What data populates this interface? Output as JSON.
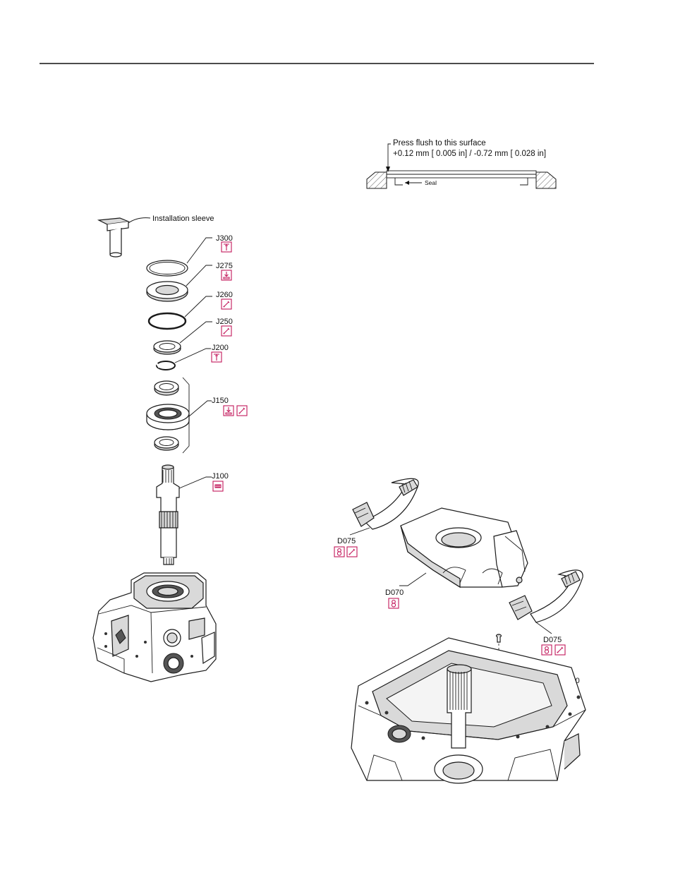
{
  "section_detail": {
    "note_line1": "Press flush to this surface",
    "note_line2": "+0.12 mm [ 0.005 in] / -0.72 mm [ 0.028 in]",
    "seal_label": "Seal"
  },
  "shaft_exploded_view": {
    "sleeve_label": "Installation sleeve",
    "parts": [
      {
        "id": "J300",
        "icon": "torque-tool-icon"
      },
      {
        "id": "J275",
        "icon": "press-icon"
      },
      {
        "id": "J260",
        "icon": "lubricate-icon"
      },
      {
        "id": "J250",
        "icon": "lubricate-icon"
      },
      {
        "id": "J200",
        "icon": "torque-tool-icon"
      },
      {
        "id": "J150",
        "icon": "press-icon"
      },
      {
        "id": "J100",
        "icon": "inspect-icon"
      }
    ]
  },
  "swashplate_exploded_view": {
    "parts": [
      {
        "id": "D075",
        "icon": "bearing-icon"
      },
      {
        "id": "D070",
        "icon": "bearing-icon"
      },
      {
        "id": "D075",
        "icon": "bearing-icon"
      },
      {
        "id": "B040",
        "icon": ""
      }
    ]
  },
  "colors": {
    "icon_accent": "#c2185b",
    "line": "#1a1a1a"
  }
}
